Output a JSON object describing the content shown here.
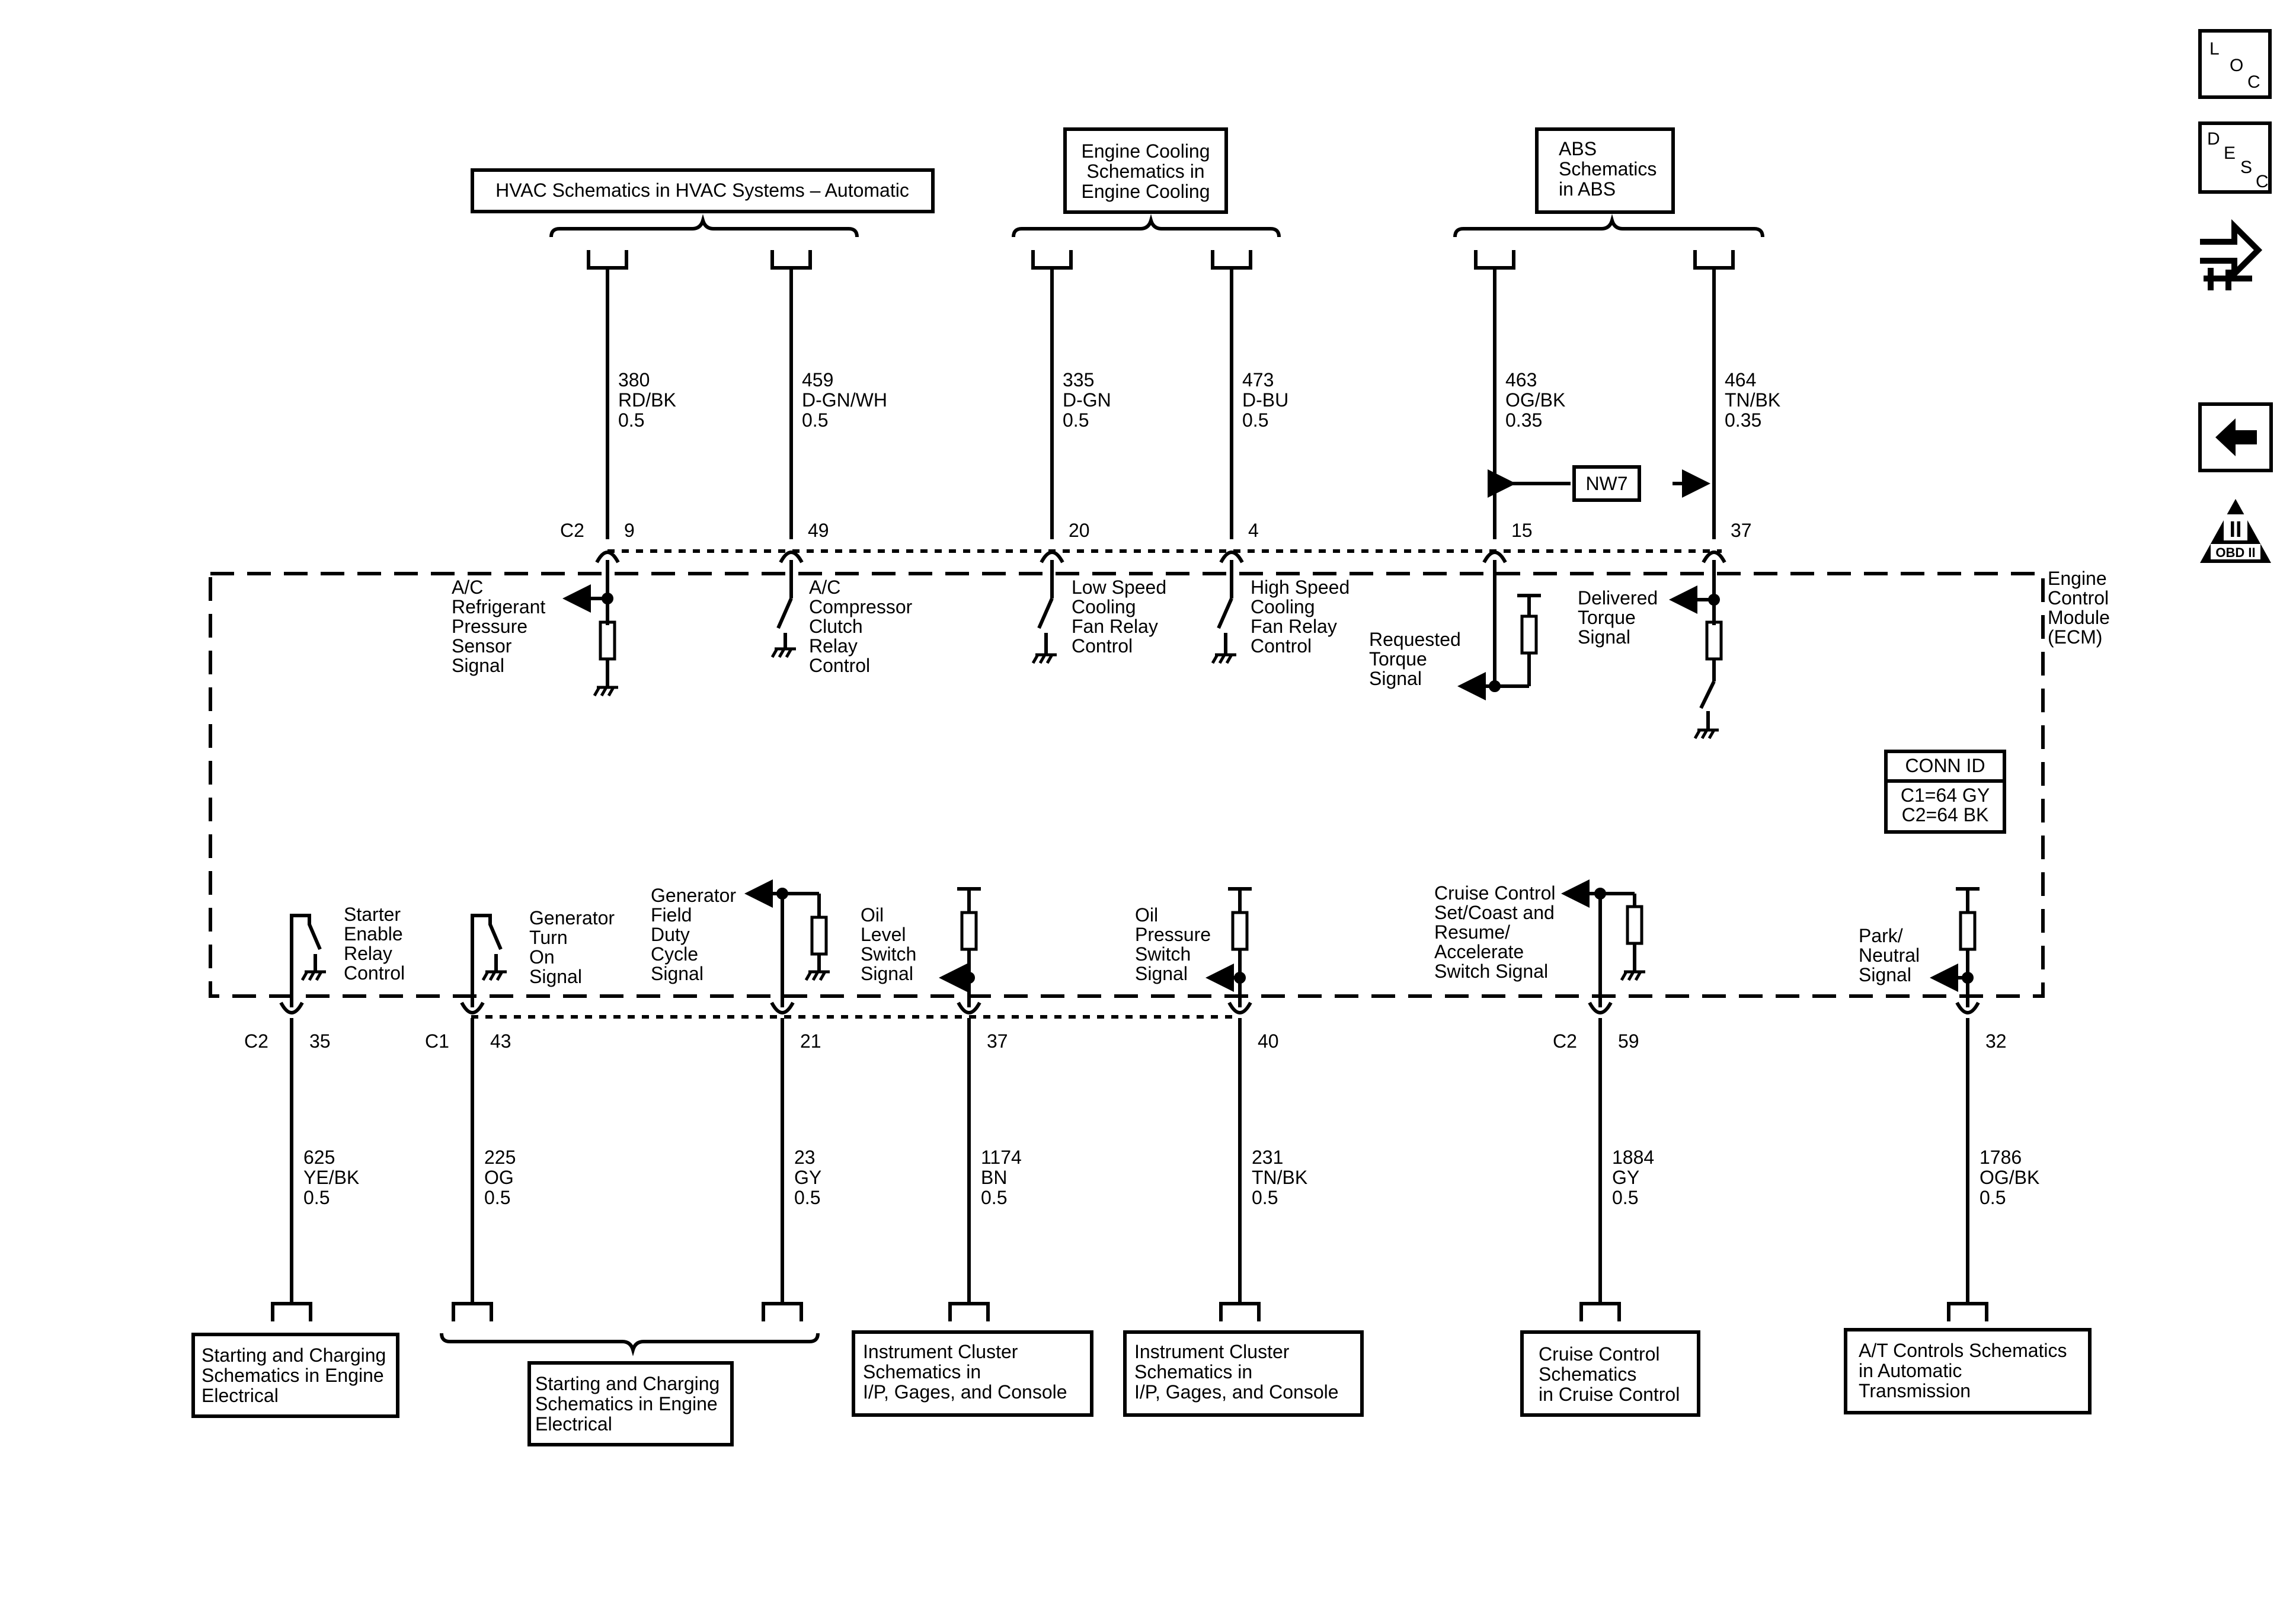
{
  "module_label": [
    "Engine",
    "Control",
    "Module",
    "(ECM)"
  ],
  "conn_id": {
    "title": "CONN ID",
    "lines": [
      "C1=64 GY",
      "C2=64 BK"
    ]
  },
  "nw_label": "NW7",
  "icons": {
    "loc": {
      "letters": [
        "L",
        "O",
        "C"
      ]
    },
    "desc": {
      "letters": [
        "D",
        "E",
        "S",
        "C"
      ]
    },
    "back_arrow": "arrow-left-icon",
    "obd": {
      "numeral": "II",
      "caption": "OBD II"
    }
  },
  "top_boxes": [
    {
      "id": "hvac",
      "lines": [
        "HVAC Schematics in HVAC Systems – Automatic"
      ]
    },
    {
      "id": "cool",
      "lines": [
        "Engine Cooling",
        "Schematics in",
        "Engine Cooling"
      ]
    },
    {
      "id": "abs",
      "lines": [
        "ABS",
        "Schematics",
        "in ABS"
      ]
    }
  ],
  "bottom_boxes": [
    {
      "id": "start1",
      "lines": [
        "Starting and Charging",
        "Schematics in Engine",
        "Electrical"
      ]
    },
    {
      "id": "start2",
      "lines": [
        "Starting and Charging",
        "Schematics in Engine",
        "Electrical"
      ]
    },
    {
      "id": "ic1",
      "lines": [
        "Instrument Cluster",
        "Schematics in",
        "I/P, Gages, and Console"
      ]
    },
    {
      "id": "ic2",
      "lines": [
        "Instrument Cluster",
        "Schematics in",
        "I/P, Gages, and Console"
      ]
    },
    {
      "id": "cruise",
      "lines": [
        "Cruise Control",
        "Schematics",
        "in Cruise Control"
      ]
    },
    {
      "id": "at",
      "lines": [
        "A/T Controls Schematics",
        "in Automatic",
        "Transmission"
      ]
    }
  ],
  "top_circuits": [
    {
      "connector": "C2",
      "pin": "9",
      "circuit": "380",
      "color": "RD/BK",
      "gauge": "0.5",
      "label": [
        "A/C",
        "Refrigerant",
        "Pressure",
        "Sensor",
        "Signal"
      ]
    },
    {
      "connector": "",
      "pin": "49",
      "circuit": "459",
      "color": "D-GN/WH",
      "gauge": "0.5",
      "label": [
        "A/C",
        "Compressor",
        "Clutch",
        "Relay",
        "Control"
      ]
    },
    {
      "connector": "",
      "pin": "20",
      "circuit": "335",
      "color": "D-GN",
      "gauge": "0.5",
      "label": [
        "Low Speed",
        "Cooling",
        "Fan Relay",
        "Control"
      ]
    },
    {
      "connector": "",
      "pin": "4",
      "circuit": "473",
      "color": "D-BU",
      "gauge": "0.5",
      "label": [
        "High Speed",
        "Cooling",
        "Fan Relay",
        "Control"
      ]
    },
    {
      "connector": "",
      "pin": "15",
      "circuit": "463",
      "color": "OG/BK",
      "gauge": "0.35",
      "label": [
        "Requested",
        "Torque",
        "Signal"
      ]
    },
    {
      "connector": "",
      "pin": "37",
      "circuit": "464",
      "color": "TN/BK",
      "gauge": "0.35",
      "label": [
        "Delivered",
        "Torque",
        "Signal"
      ]
    }
  ],
  "bottom_circuits": [
    {
      "connector": "C2",
      "pin": "35",
      "circuit": "625",
      "color": "YE/BK",
      "gauge": "0.5",
      "label": [
        "Starter",
        "Enable",
        "Relay",
        "Control"
      ]
    },
    {
      "connector": "C1",
      "pin": "43",
      "circuit": "225",
      "color": "OG",
      "gauge": "0.5",
      "label": [
        "Generator",
        "Turn",
        "On",
        "Signal"
      ]
    },
    {
      "connector": "",
      "pin": "21",
      "circuit": "23",
      "color": "GY",
      "gauge": "0.5",
      "label": [
        "Generator",
        "Field",
        "Duty",
        "Cycle",
        "Signal"
      ]
    },
    {
      "connector": "",
      "pin": "37",
      "circuit": "1174",
      "color": "BN",
      "gauge": "0.5",
      "label": [
        "Oil",
        "Level",
        "Switch",
        "Signal"
      ]
    },
    {
      "connector": "",
      "pin": "40",
      "circuit": "231",
      "color": "TN/BK",
      "gauge": "0.5",
      "label": [
        "Oil",
        "Pressure",
        "Switch",
        "Signal"
      ]
    },
    {
      "connector": "C2",
      "pin": "59",
      "circuit": "1884",
      "color": "GY",
      "gauge": "0.5",
      "label": [
        "Cruise Control",
        "Set/Coast and",
        "Resume/",
        "Accelerate",
        "Switch Signal"
      ]
    },
    {
      "connector": "",
      "pin": "32",
      "circuit": "1786",
      "color": "OG/BK",
      "gauge": "0.5",
      "label": [
        "Park/",
        "Neutral",
        "Signal"
      ]
    }
  ]
}
